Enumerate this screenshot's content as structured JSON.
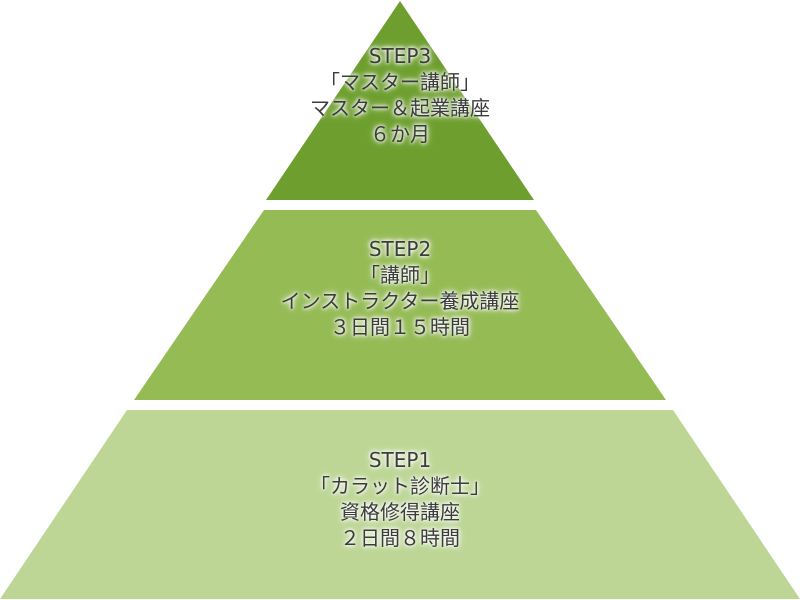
{
  "tiers": [
    {
      "step": "STEP3",
      "title": "「マスター講師」",
      "course": "マスター＆起業講座",
      "duration": "６か月",
      "color": "#6e9f2e"
    },
    {
      "step": "STEP2",
      "title": "「講師」",
      "course": "インストラクター養成講座",
      "duration": "３日間１５時間",
      "color": "#95bb55"
    },
    {
      "step": "STEP1",
      "title": "「カラット診断士」",
      "course": "資格修得講座",
      "duration": "２日間８時間",
      "color": "#bdd695"
    }
  ]
}
